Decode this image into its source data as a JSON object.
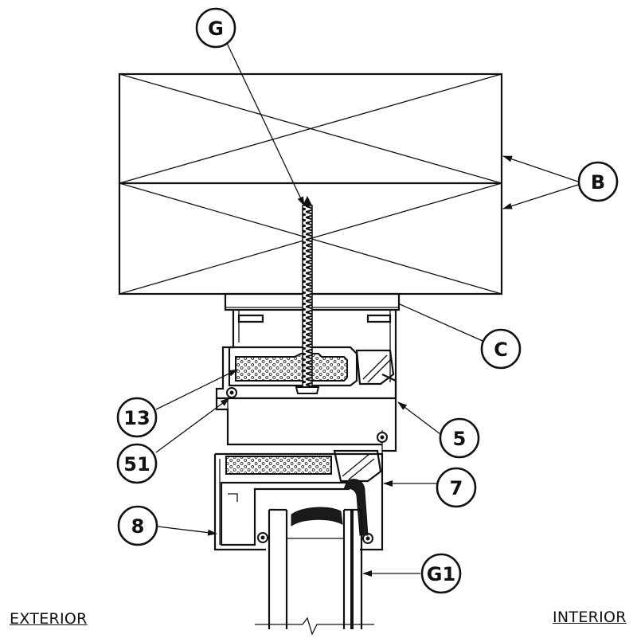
{
  "callouts": {
    "g": "G",
    "b": "B",
    "c": "C",
    "n13": "13",
    "n51": "51",
    "n5": "5",
    "n7": "7",
    "n8": "8",
    "g1": "G1"
  },
  "labels": {
    "exterior": "EXTERIOR",
    "interior": "INTERIOR"
  }
}
